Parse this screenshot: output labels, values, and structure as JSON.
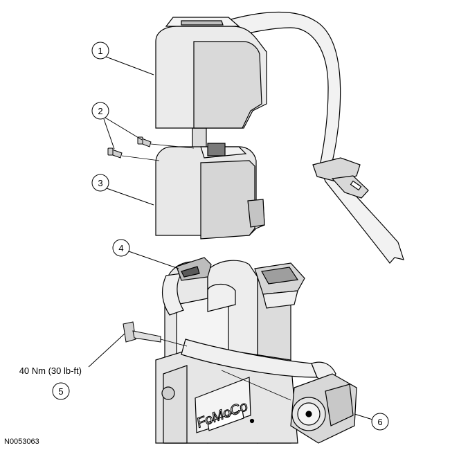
{
  "callouts": [
    {
      "id": "1",
      "label": "1"
    },
    {
      "id": "2",
      "label": "2"
    },
    {
      "id": "3",
      "label": "3"
    },
    {
      "id": "4",
      "label": "4"
    },
    {
      "id": "5",
      "label": "5"
    },
    {
      "id": "6",
      "label": "6"
    }
  ],
  "torque_spec": "40 Nm (30 lb-ft)",
  "figure_id": "N0053063",
  "logo_text": "FoMoCo",
  "colors": {
    "line": "#000000",
    "part_fill": "#e8e8e8",
    "background": "#ffffff"
  }
}
